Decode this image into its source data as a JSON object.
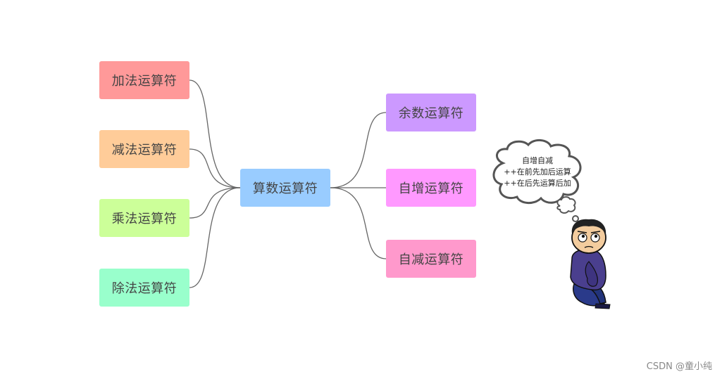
{
  "diagram": {
    "center": {
      "label": "算数运算符",
      "color": "#99ccff"
    },
    "left": [
      {
        "label": "加法运算符",
        "color": "#ff9999"
      },
      {
        "label": "减法运算符",
        "color": "#ffcc99"
      },
      {
        "label": "乘法运算符",
        "color": "#ccff99"
      },
      {
        "label": "除法运算符",
        "color": "#99ffcc"
      }
    ],
    "right": [
      {
        "label": "余数运算符",
        "color": "#cc99ff"
      },
      {
        "label": "自增运算符",
        "color": "#ff99ff"
      },
      {
        "label": "自减运算符",
        "color": "#ff99cc"
      }
    ],
    "edge_color": "#666666"
  },
  "thought": {
    "lines": [
      "自增自减",
      "++在前先加后运算",
      "++在后先运算后加"
    ]
  },
  "watermark": "CSDN @童小纯"
}
